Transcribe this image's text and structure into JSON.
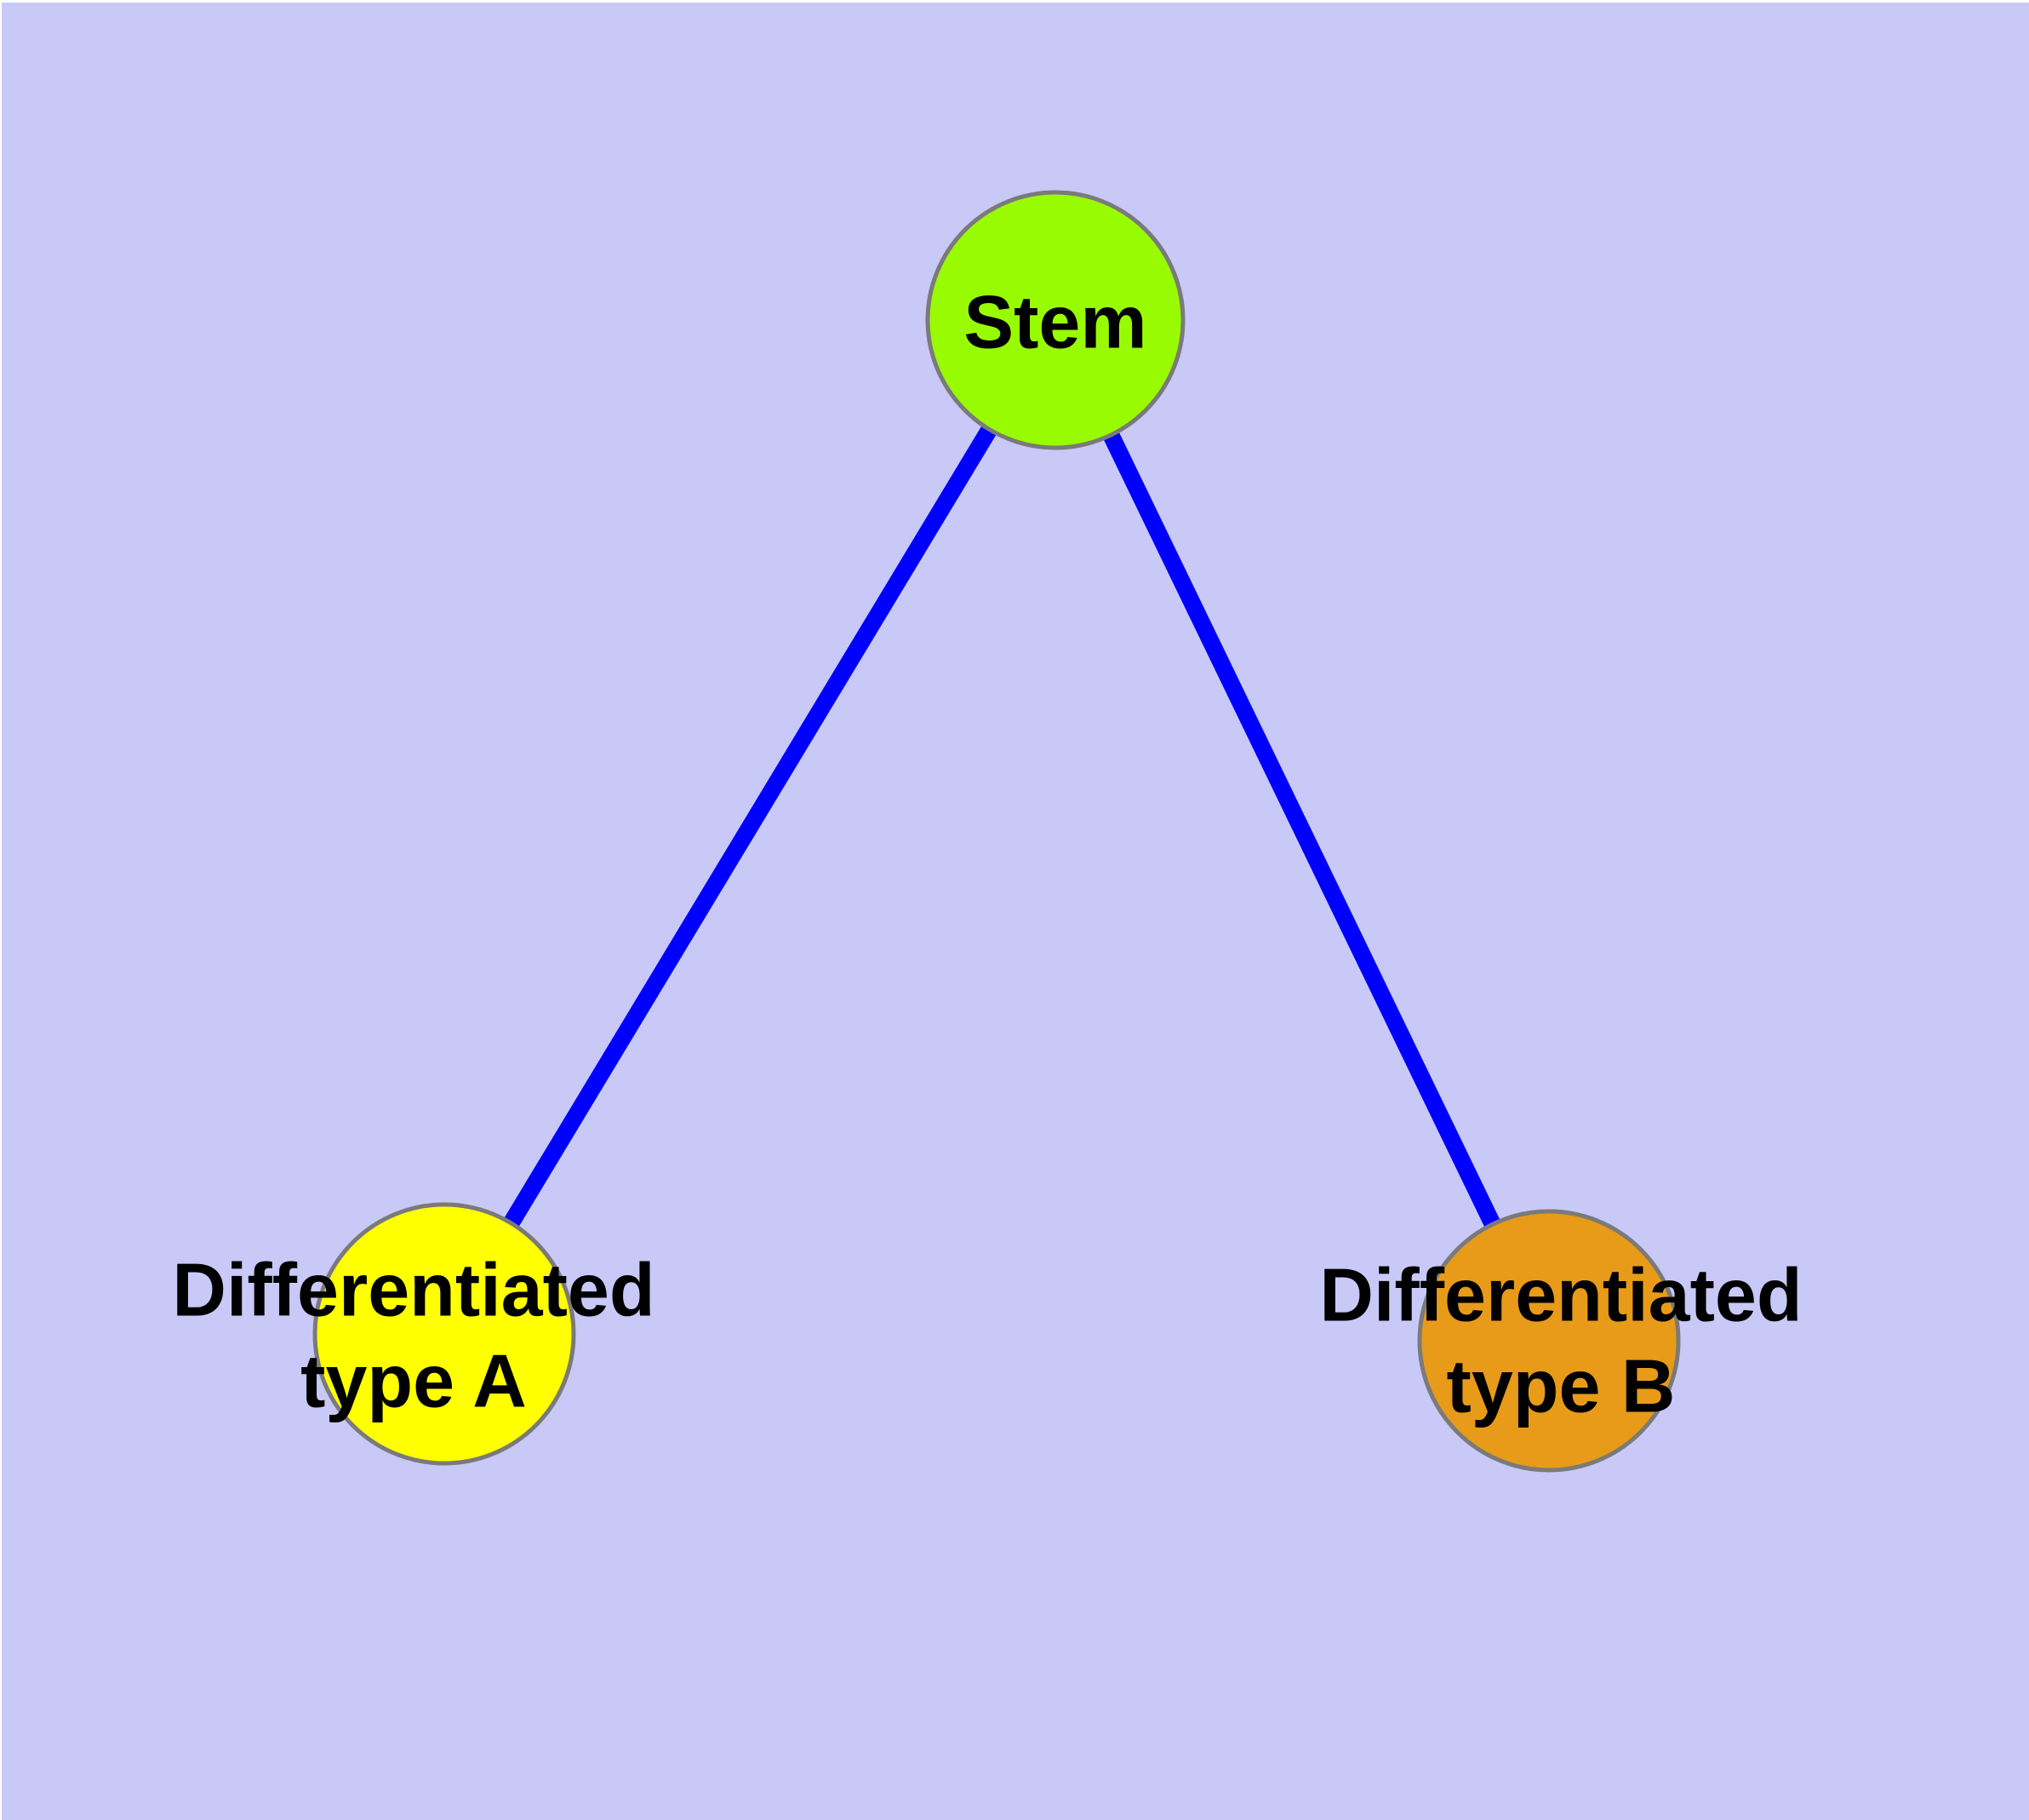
{
  "diagram": {
    "type": "graph",
    "colors": {
      "background": "#C9C9F8",
      "edge": "#0000FF",
      "node_border": "#7A7A7A",
      "label_text": "#000000"
    },
    "nodes": [
      {
        "id": "stem",
        "fill": "#99FB01",
        "lines": [
          "Stem"
        ]
      },
      {
        "id": "type-a",
        "fill": "#FFFF00",
        "lines": [
          "Differentiated",
          "type A"
        ]
      },
      {
        "id": "type-b",
        "fill": "#E89B18",
        "lines": [
          "Differentiated",
          "type B"
        ]
      }
    ],
    "edges": [
      {
        "from": "Stem",
        "to": "Differentiated type A"
      },
      {
        "from": "Stem",
        "to": "Differentiated type B"
      }
    ]
  }
}
